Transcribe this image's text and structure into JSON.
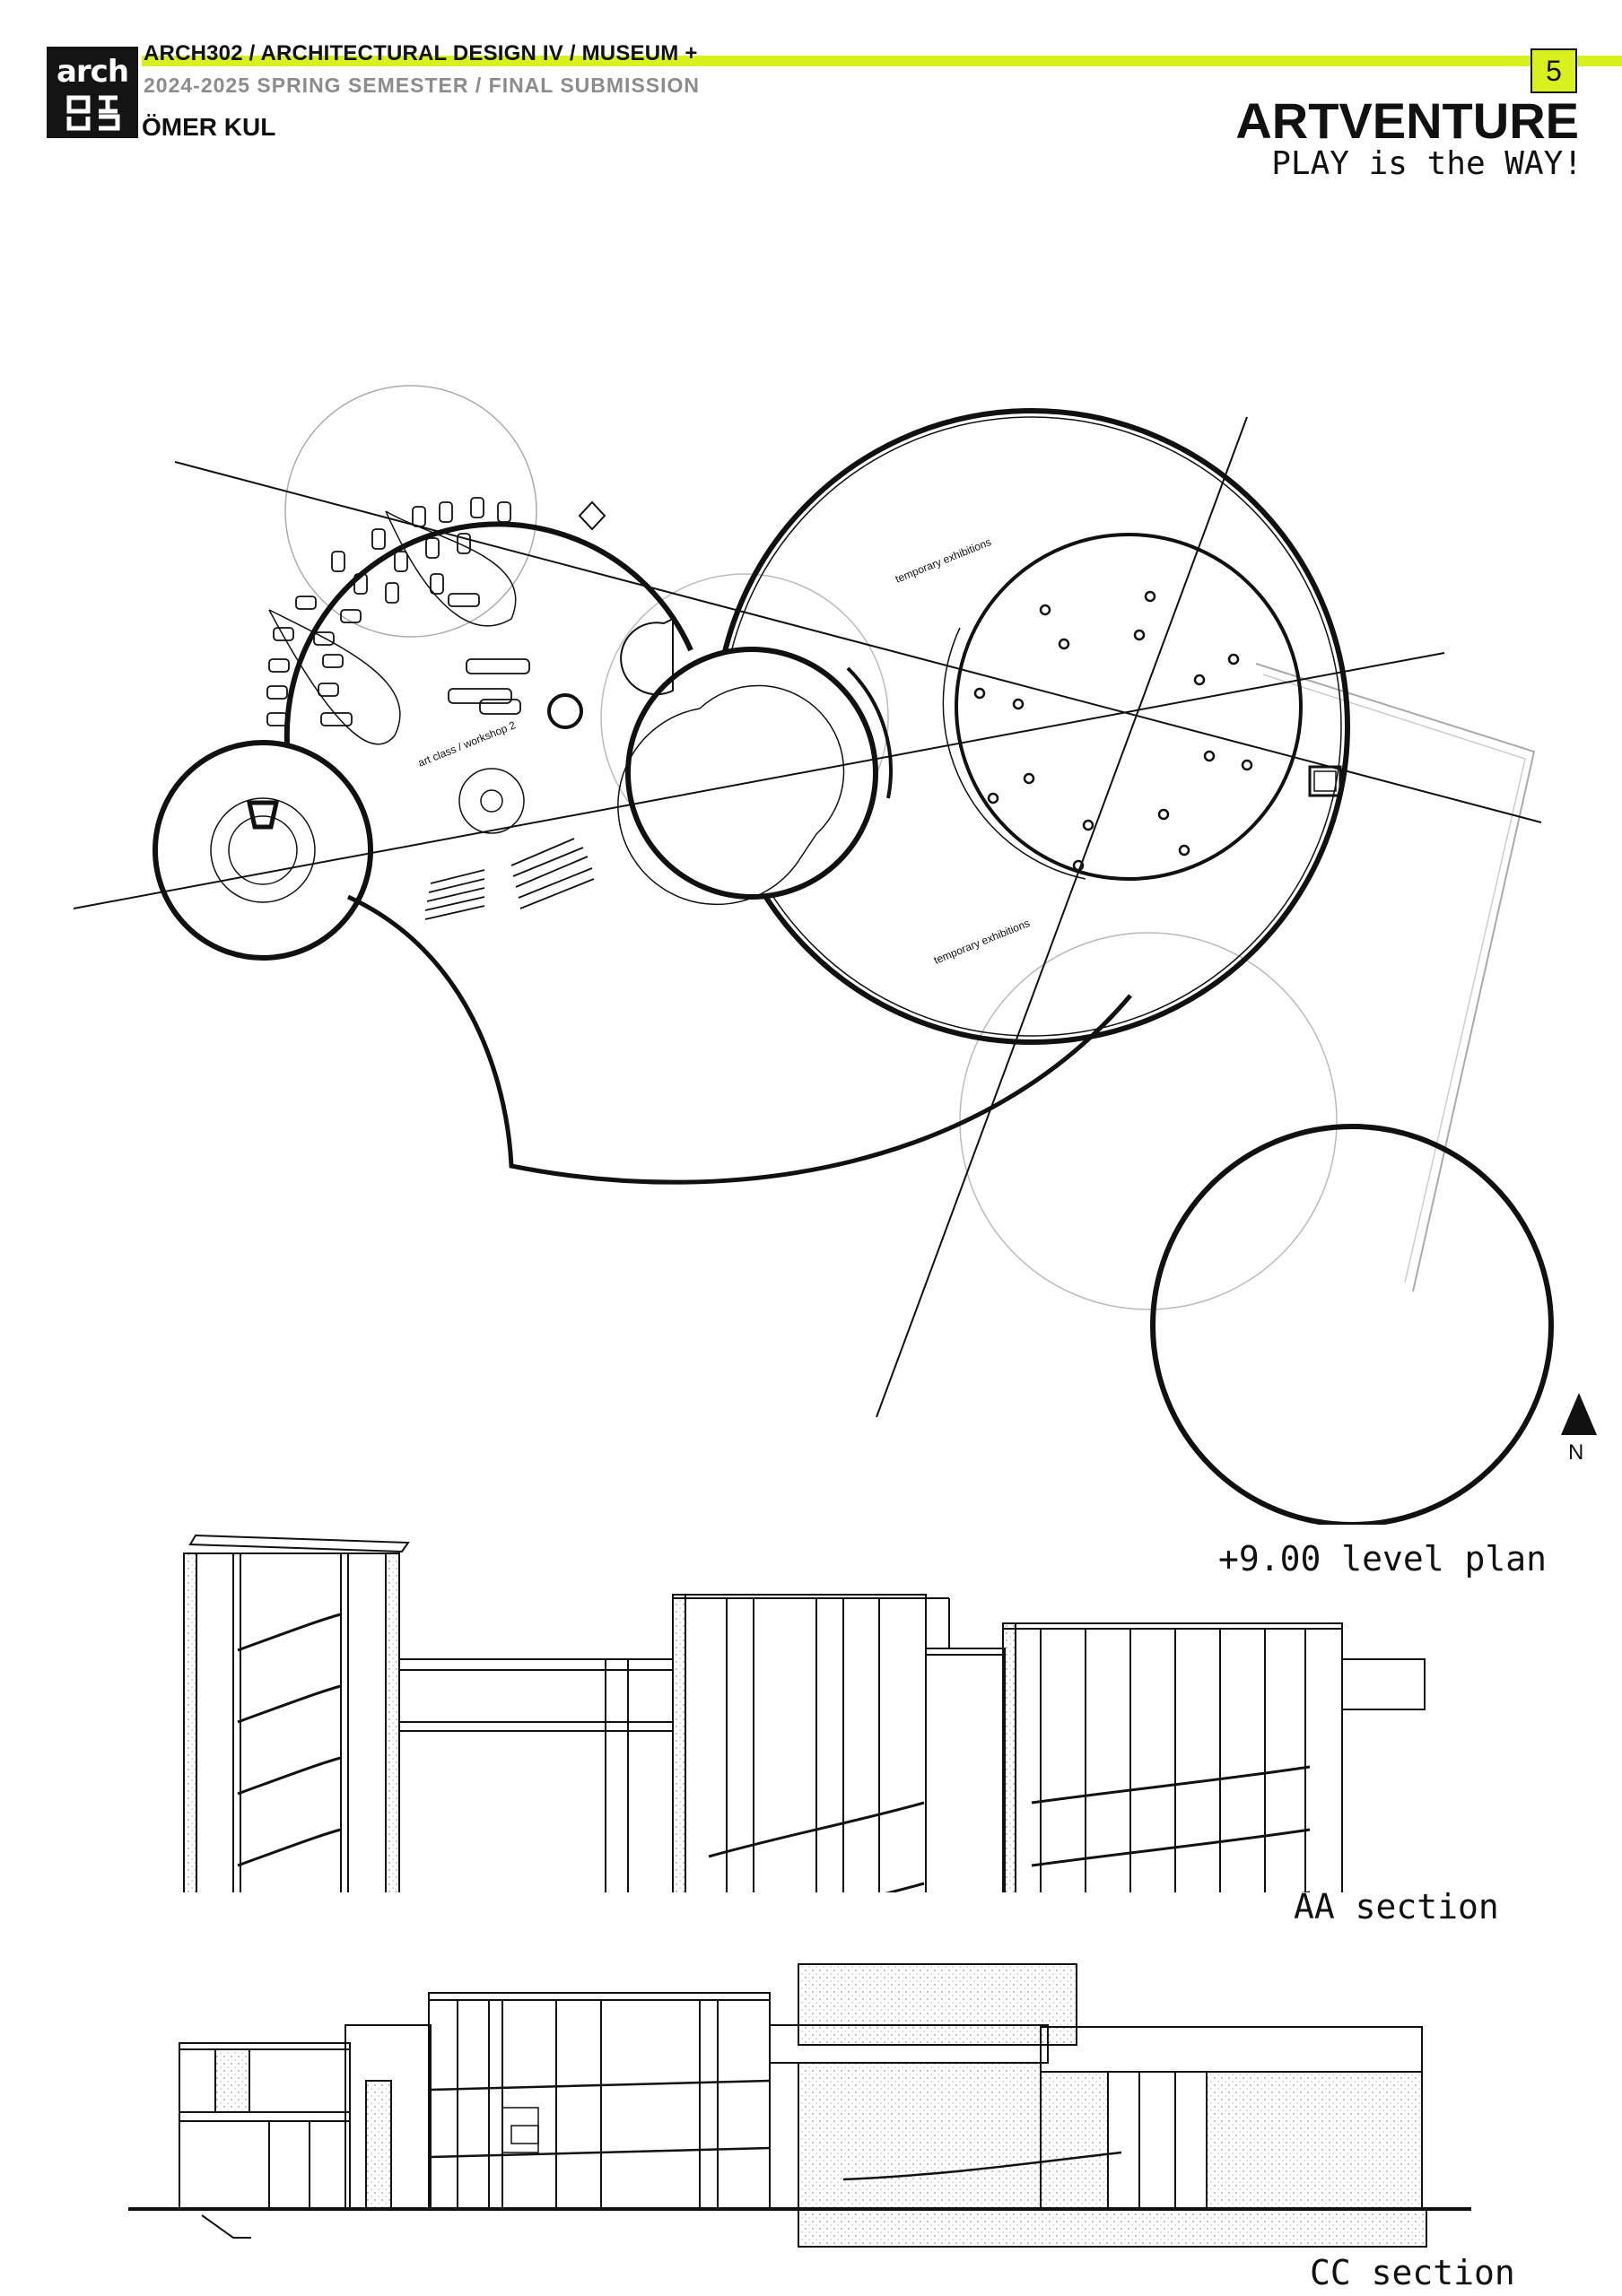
{
  "header": {
    "logo_text": "arch",
    "course": "ARCH302 / ARCHITECTURAL DESIGN IV / MUSEUM +",
    "semester": "2024-2025 SPRING SEMESTER / FINAL SUBMISSION",
    "author": "ÖMER KUL",
    "page_number": "5",
    "project_title": "ARTVENTURE",
    "slogan": "PLAY is the WAY!",
    "accent_color": "#d8f01e"
  },
  "plan": {
    "room_labels": {
      "temporary_exhibitions_1": "temporary exhibitions",
      "temporary_exhibitions_2": "temporary exhibitions",
      "art_class": "art class / workshop 2"
    },
    "north_label": "N",
    "caption": "+9.00 level plan"
  },
  "sections": {
    "aa_caption": "AA section",
    "cc_caption": "CC section"
  }
}
